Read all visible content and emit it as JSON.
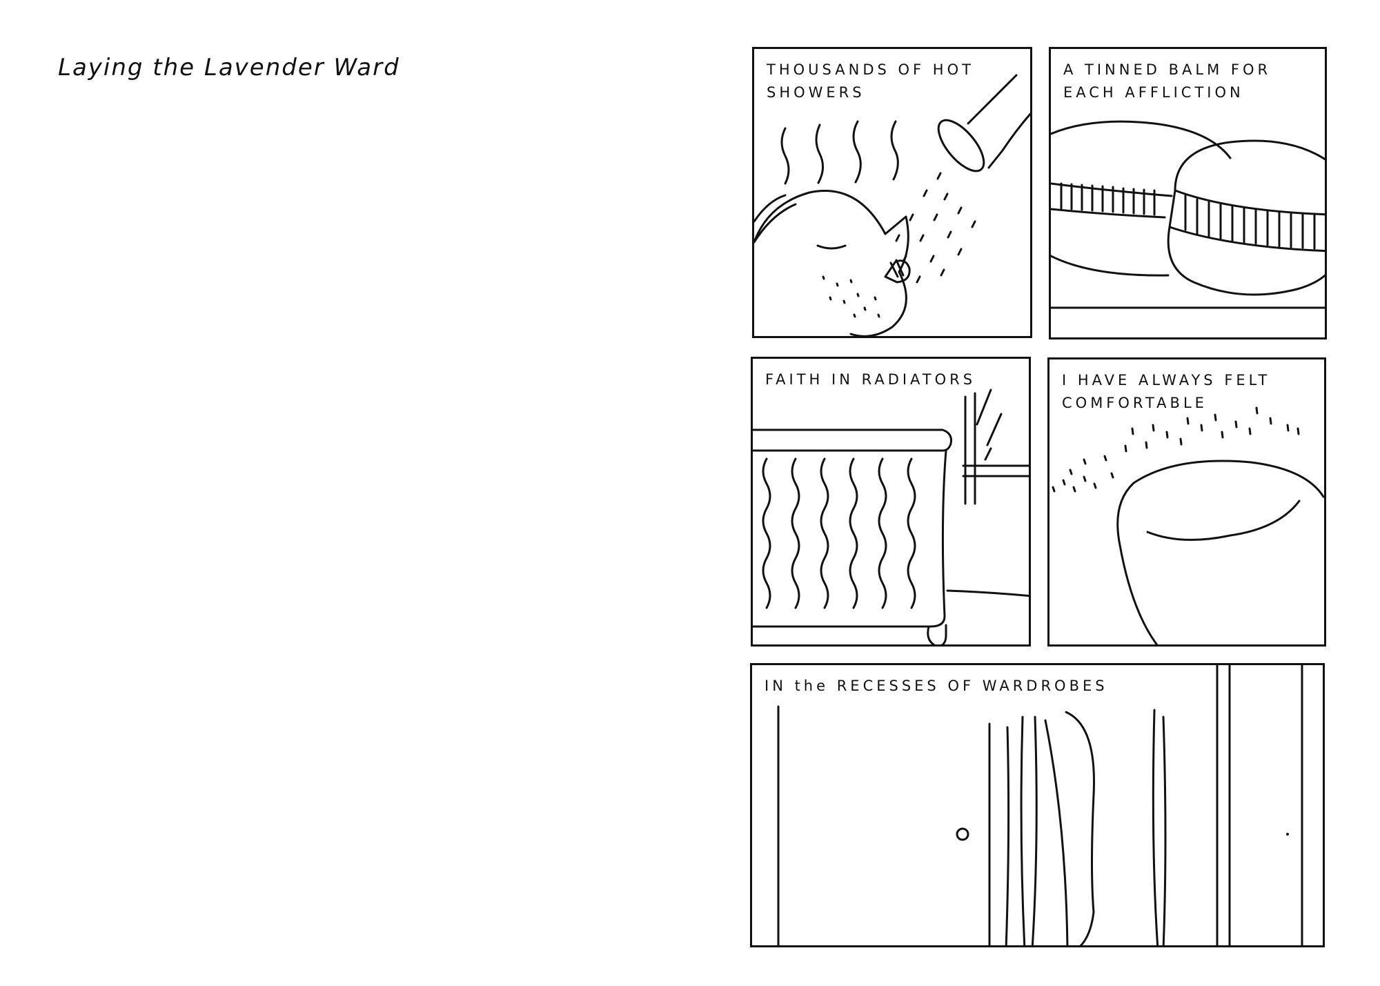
{
  "page": {
    "title": "Laying the Lavender Ward"
  },
  "panels": [
    {
      "caption": "THOUSANDS OF HOT\nSHOWERS",
      "scene": "shower"
    },
    {
      "caption": "A TINNED BALM FOR\nEACH AFFLICTION",
      "scene": "balm-tins"
    },
    {
      "caption": "FAITH IN RADIATORS",
      "scene": "radiator"
    },
    {
      "caption": "I HAVE ALWAYS FELT\nCOMFORTABLE",
      "scene": "cushion"
    },
    {
      "caption": "IN the RECESSES OF WARDROBES",
      "scene": "wardrobe"
    }
  ]
}
